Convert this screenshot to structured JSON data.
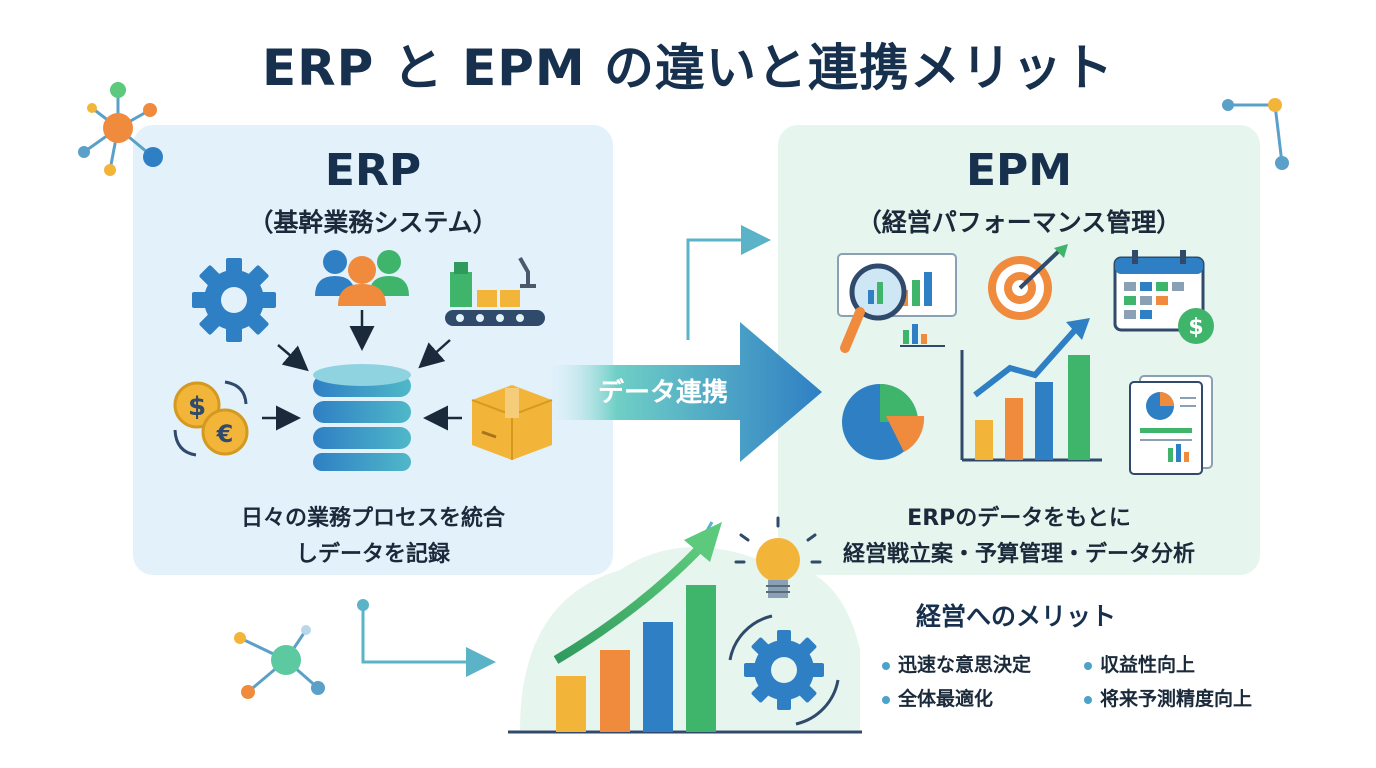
{
  "title": "ERP と EPM の違いと連携メリット",
  "erp": {
    "name": "ERP",
    "subtitle": "（基幹業務システム）",
    "description_line1": "日々の業務プロセスを統合",
    "description_line2": "しデータを記録"
  },
  "epm": {
    "name": "EPM",
    "subtitle": "（経営パフォーマンス管理）",
    "description_line1": "ERPのデータをもとに",
    "description_line2": "経営戦立案・予算管理・データ分析"
  },
  "flow_label": "データ連携",
  "benefits": {
    "title": "経営へのメリット",
    "items": [
      "迅速な意思決定",
      "収益性向上",
      "全体最適化",
      "将来予測精度向上"
    ]
  },
  "icons": {
    "erp": [
      "gear-icon",
      "people-icon",
      "factory-icon",
      "currency-exchange-icon",
      "database-icon",
      "box-icon"
    ],
    "epm": [
      "analysis-magnifier-icon",
      "target-icon",
      "calendar-dollar-icon",
      "pie-chart-icon",
      "growth-bar-chart-icon",
      "report-document-icon"
    ],
    "benefits": [
      "growth-chart-icon",
      "lightbulb-icon",
      "cycle-gear-icon"
    ]
  },
  "colors": {
    "title": "#17304d",
    "erp_panel": "#e3f1fb",
    "epm_panel": "#e6f5ee",
    "arrow_start": "#6fcfc6",
    "arrow_end": "#2f7fc4",
    "accent_orange": "#f08a3c",
    "accent_green": "#3fb56b",
    "accent_blue": "#2f7fc4"
  }
}
